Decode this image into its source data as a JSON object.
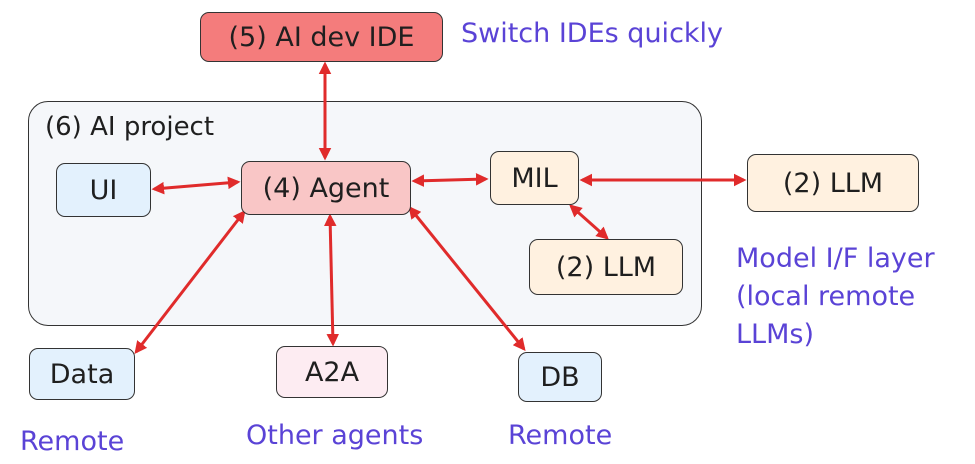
{
  "colors": {
    "ide": "#f47c7c",
    "agent": "#f9c6c6",
    "blue_box": "#e3f1fd",
    "peach_box": "#fff1e0",
    "pink_box": "#fdecf2",
    "arrow": "#e02b2b",
    "note": "#5a43d6"
  },
  "nodes": {
    "ide": "(5) AI dev IDE",
    "project": "(6) AI project",
    "ui": "UI",
    "agent": "(4) Agent",
    "mil": "MIL",
    "llm_outer": "(2) LLM",
    "llm_inner": "(2) LLM",
    "data": "Data",
    "a2a": "A2A",
    "db": "DB"
  },
  "notes": {
    "ide": "Switch IDEs quickly",
    "mil_line1": "Model I/F layer",
    "mil_line2": "(local remote",
    "mil_line3": "LLMs)",
    "data": "Remote",
    "a2a": "Other agents",
    "db": "Remote"
  },
  "edges": [
    {
      "from": "ide",
      "to": "agent",
      "directed": "both"
    },
    {
      "from": "ui",
      "to": "agent",
      "directed": "both"
    },
    {
      "from": "agent",
      "to": "mil",
      "directed": "both"
    },
    {
      "from": "mil",
      "to": "llm_outer",
      "directed": "both"
    },
    {
      "from": "mil",
      "to": "llm_inner",
      "directed": "both"
    },
    {
      "from": "agent",
      "to": "data",
      "directed": "both"
    },
    {
      "from": "agent",
      "to": "a2a",
      "directed": "both"
    },
    {
      "from": "agent",
      "to": "db",
      "directed": "both"
    }
  ]
}
